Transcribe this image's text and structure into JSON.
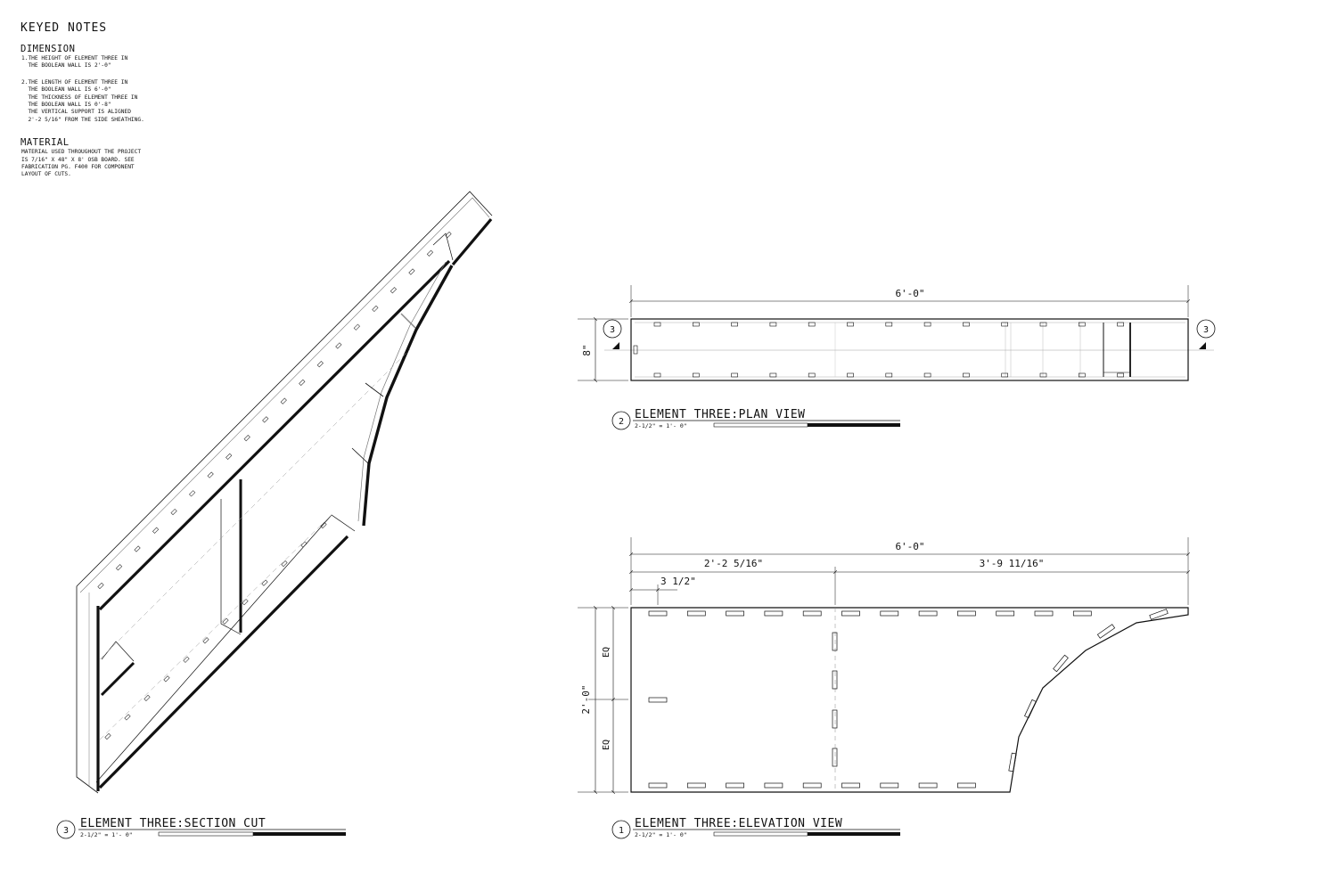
{
  "keyed_notes": {
    "title": "KEYED NOTES",
    "dimension": {
      "heading": "DIMENSION",
      "note_1": "1.THE HEIGHT OF ELEMENT THREE IN\n  THE BOOLEAN WALL IS 2'-0\"",
      "note_2": "2.THE LENGTH OF ELEMENT THREE IN\n  THE BOOLEAN WALL IS 6'-0\"\n  THE THICKNESS OF ELEMENT THREE IN\n  THE BOOLEAN WALL IS 0'-8\"\n  THE VERTICAL SUPPORT IS ALIGNED\n  2'-2 5/16\" FROM THE SIDE SHEATHING."
    },
    "material": {
      "heading": "MATERIAL",
      "text": "MATERIAL USED THROUGHOUT THE PROJECT\nIS 7/16\" X 48\" X 8' OSB BOARD. SEE\nFABRICATION PG. F400 FOR COMPONENT\nLAYOUT OF CUTS."
    }
  },
  "plan_view": {
    "dim_length": "6'-0\"",
    "dim_depth": "8\"",
    "section_tag_left": "3",
    "section_tag_right": "3",
    "view_number": "2",
    "title": "ELEMENT THREE:PLAN VIEW",
    "scale": "2-1/2\" = 1'- 0\""
  },
  "elevation_view": {
    "dim_overall": "6'-0\"",
    "dim_left": "2'-2 5/16\"",
    "dim_right": "3'-9 11/16\"",
    "dim_small": "3 1/2\"",
    "dim_height": "2'-0\"",
    "eq_top": "EQ",
    "eq_bottom": "EQ",
    "view_number": "1",
    "title": "ELEMENT THREE:ELEVATION VIEW",
    "scale": "2-1/2\" = 1'- 0\""
  },
  "section_cut": {
    "view_number": "3",
    "title": "ELEMENT THREE:SECTION CUT",
    "scale": "2-1/2\" = 1'- 0\""
  },
  "colors": {
    "ink": "#111111",
    "background": "#ffffff",
    "light_line": "#9a9a9a"
  }
}
